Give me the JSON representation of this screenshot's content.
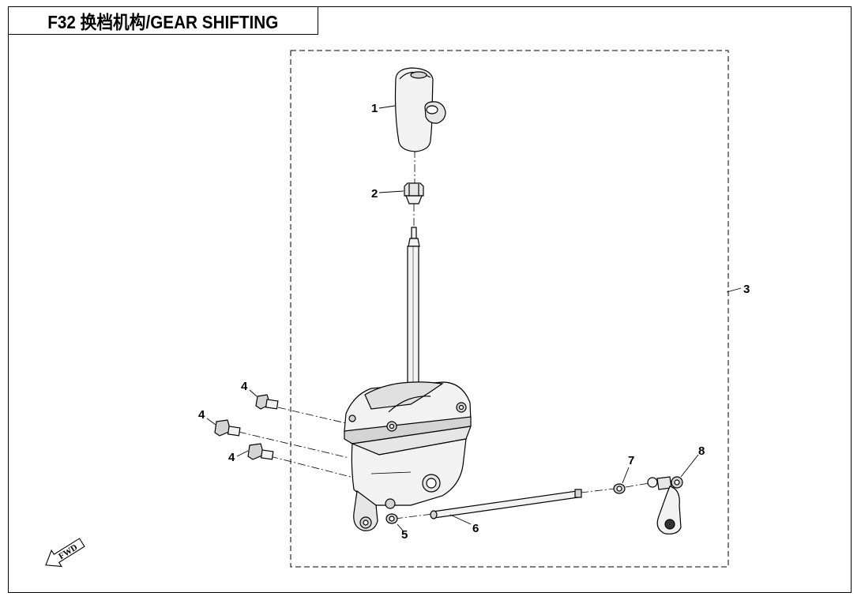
{
  "title": "F32 换档机构/GEAR SHIFTING",
  "callouts": {
    "c1": "1",
    "c2": "2",
    "c3": "3",
    "c4a": "4",
    "c4b": "4",
    "c4c": "4",
    "c5": "5",
    "c6": "6",
    "c7": "7",
    "c8": "8"
  },
  "direction_arrow": {
    "label": "FWD",
    "icon": "fwd-arrow-icon"
  },
  "colors": {
    "line": "#000000",
    "part_fill": "#f2f2f2",
    "part_shade": "#d4d4d4",
    "background": "#ffffff"
  }
}
